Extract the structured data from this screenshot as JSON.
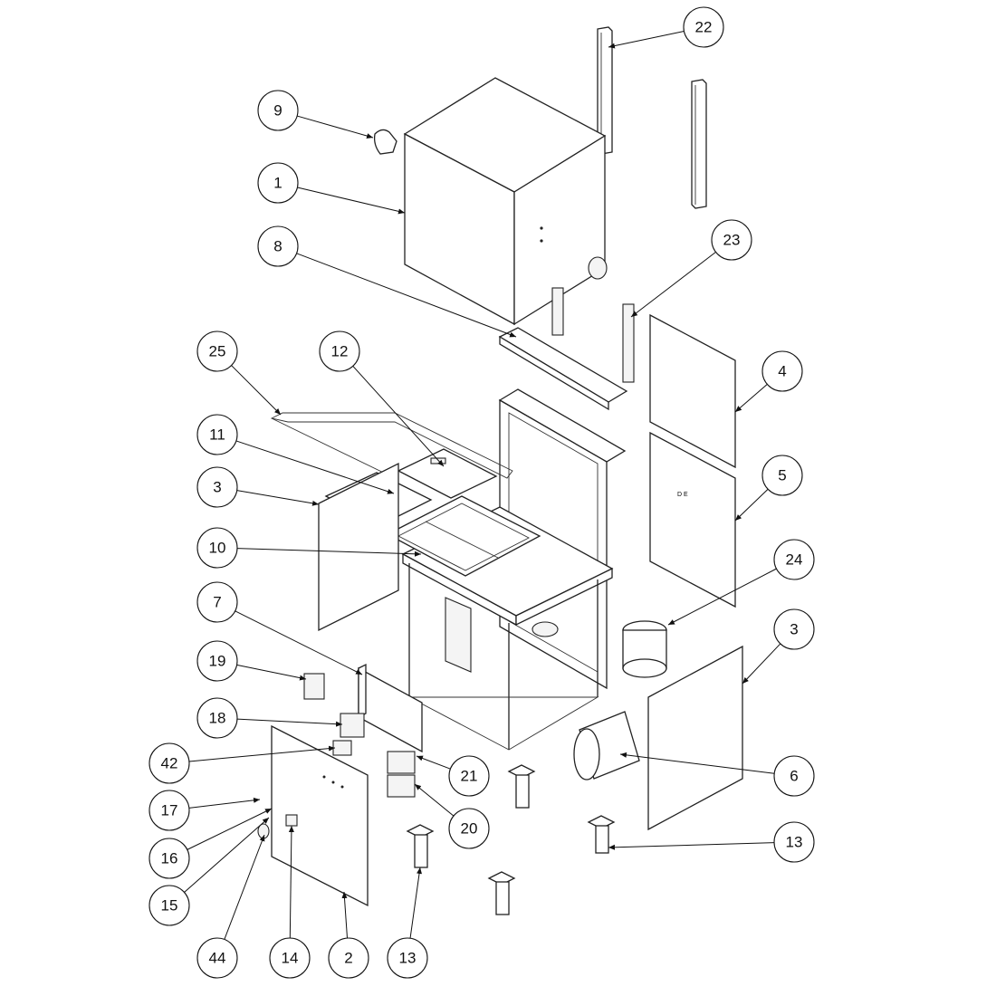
{
  "diagram": {
    "type": "exploded-parts-view",
    "callouts": [
      {
        "id": "c22",
        "label": "22"
      },
      {
        "id": "c9",
        "label": "9"
      },
      {
        "id": "c1",
        "label": "1"
      },
      {
        "id": "c8",
        "label": "8"
      },
      {
        "id": "c23",
        "label": "23"
      },
      {
        "id": "c25",
        "label": "25"
      },
      {
        "id": "c12",
        "label": "12"
      },
      {
        "id": "c4",
        "label": "4"
      },
      {
        "id": "c11",
        "label": "11"
      },
      {
        "id": "c3a",
        "label": "3"
      },
      {
        "id": "c5",
        "label": "5"
      },
      {
        "id": "c10",
        "label": "10"
      },
      {
        "id": "c24",
        "label": "24"
      },
      {
        "id": "c7",
        "label": "7"
      },
      {
        "id": "c3b",
        "label": "3"
      },
      {
        "id": "c19",
        "label": "19"
      },
      {
        "id": "c18",
        "label": "18"
      },
      {
        "id": "c42",
        "label": "42"
      },
      {
        "id": "c21",
        "label": "21"
      },
      {
        "id": "c6",
        "label": "6"
      },
      {
        "id": "c17",
        "label": "17"
      },
      {
        "id": "c20",
        "label": "20"
      },
      {
        "id": "c16",
        "label": "16"
      },
      {
        "id": "c13a",
        "label": "13"
      },
      {
        "id": "c15",
        "label": "15"
      },
      {
        "id": "c44",
        "label": "44"
      },
      {
        "id": "c14",
        "label": "14"
      },
      {
        "id": "c2",
        "label": "2"
      },
      {
        "id": "c13b",
        "label": "13"
      }
    ]
  }
}
